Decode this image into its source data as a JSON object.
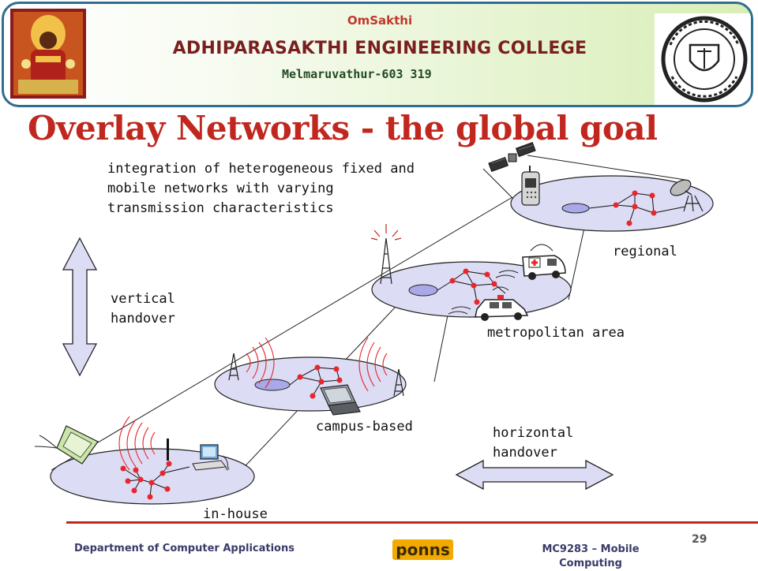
{
  "header": {
    "top_text": "OmSakthi",
    "college_name": "ADHIPARASAKTHI ENGINEERING COLLEGE",
    "location": "Melmaruvathur-603 319"
  },
  "slide": {
    "title": "Overlay Networks - the global goal",
    "description_lines": [
      "integration of heterogeneous fixed and",
      "mobile networks with varying",
      "transmission characteristics"
    ]
  },
  "diagram": {
    "levels": {
      "regional": "regional",
      "metropolitan": "metropolitan area",
      "campus": "campus-based",
      "inhouse": "in-house"
    },
    "vertical_handover": [
      "vertical",
      "handover"
    ],
    "horizontal_handover": [
      "horizontal",
      "handover"
    ]
  },
  "footer": {
    "department": "Department of Computer Applications",
    "brand": "ponns",
    "course": "MC9283 – Mobile Computing",
    "page_number": "29"
  },
  "colors": {
    "title_red": "#c0281f",
    "header_border": "#2f6e90",
    "ellipse_fill": "#dcdcf4",
    "node_red": "#e8262c",
    "arrow_fill": "#dcdcf4"
  }
}
